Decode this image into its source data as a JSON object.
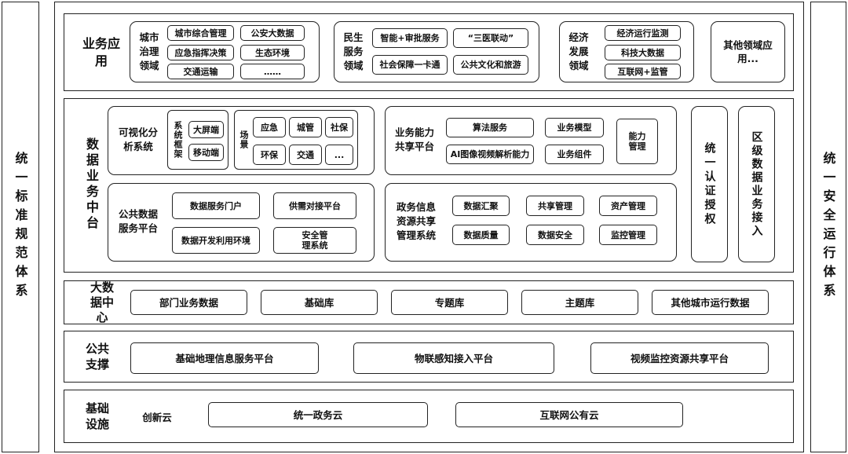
{
  "side": {
    "left": "统一标准规范体系",
    "right": "统一安全运行体系"
  },
  "app_layer": {
    "title": "业务应用",
    "city": {
      "label": "城市治理领域",
      "items": [
        "城市综合管理",
        "公安大数据",
        "应急指挥决策",
        "生态环境",
        "交通运输",
        "……"
      ]
    },
    "livelihood": {
      "label": "民生服务领域",
      "items": [
        "智能+审批服务",
        "“三医联动”",
        "社会保障一卡通",
        "公共文化和旅游"
      ]
    },
    "economy": {
      "label": "经济发展领域",
      "items": [
        "经济运行监测",
        "科技大数据",
        "互联网+监管"
      ]
    },
    "other": "其他领域应用..."
  },
  "middle_layer": {
    "title": "数据业务中台",
    "visual": {
      "label": "可视化分析系统",
      "framework_label": "系统框架",
      "framework_items": [
        "大屏端",
        "移动端"
      ],
      "scene_label": "场景",
      "scene_items": [
        "应急",
        "城管",
        "社保",
        "环保",
        "交通",
        "..."
      ]
    },
    "capability": {
      "label": "业务能力共享平台",
      "items": [
        "算法服务",
        "业务模型",
        "AI图像视频解析能力",
        "业务组件"
      ],
      "manage": "能力管理"
    },
    "public_data": {
      "label": "公共数据服务平台",
      "items": [
        "数据服务门户",
        "供需对接平台",
        "数据开发利用环境",
        "安全管理系统"
      ]
    },
    "gov_info": {
      "label": "政务信息资源共享管理系统",
      "items": [
        "数据汇聚",
        "共享管理",
        "资产管理",
        "数据质量",
        "数据安全",
        "监控管理"
      ]
    },
    "auth": "统一认证授权",
    "district": "区级数据业务接入"
  },
  "bigdata_layer": {
    "title": "大数据中心",
    "items": [
      "部门业务数据",
      "基础库",
      "专题库",
      "主题库",
      "其他城市运行数据"
    ]
  },
  "support_layer": {
    "title": "公共支撑",
    "items": [
      "基础地理信息服务平台",
      "物联感知接入平台",
      "视频监控资源共享平台"
    ]
  },
  "infra_layer": {
    "title": "基础设施",
    "label": "创新云",
    "items": [
      "统一政务云",
      "互联网公有云"
    ]
  }
}
